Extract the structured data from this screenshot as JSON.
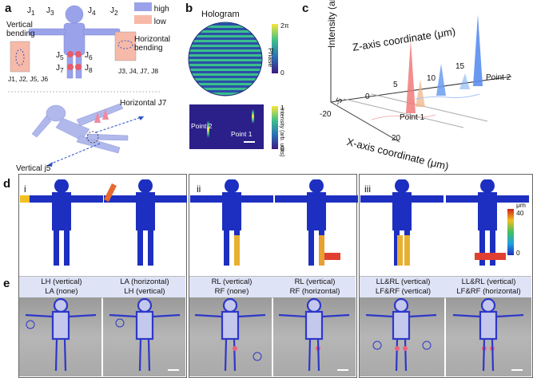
{
  "panel_labels": {
    "a": "a",
    "b": "b",
    "c": "c",
    "d": "d",
    "e": "e"
  },
  "panel_a": {
    "legend_high": "high",
    "legend_low": "low",
    "j1": "J",
    "j1s": "1",
    "j3": "J",
    "j3s": "3",
    "j4": "J",
    "j4s": "4",
    "j2": "J",
    "j2s": "2",
    "j5": "J",
    "j5s": "5",
    "j6": "J",
    "j6s": "6",
    "j7": "J",
    "j7s": "7",
    "j8": "J",
    "j8s": "8",
    "vertical_bending": "Vertical\nbending",
    "horizontal_bending": "Horizontal\nbending",
    "vgroup": "J1, J2, J5, J6",
    "hgroup": "J3, J4, J7, J8",
    "horizontal_j7": "Horizontal J7",
    "vertical_j5": "Vertical j5"
  },
  "panel_b": {
    "title": "Hologram",
    "phase_top": "2π",
    "phase_label": "Phase",
    "phase_bottom": "0",
    "int_top": "1",
    "int_label": "Intensity (arb. units)",
    "int_bottom": "0",
    "point2": "Point 2",
    "point1": "Point 1"
  },
  "panel_c": {
    "z_axis": "Z-axis coordinate (μm)",
    "y_axis": "Intensity (arb. units)",
    "x_axis": "X-axis coordinate (μm)",
    "point2": "Point 2",
    "point1": "Point 1",
    "z_ticks": [
      "0",
      "5",
      "10",
      "15"
    ],
    "x_ticks": [
      "-20",
      "-5",
      "20"
    ]
  },
  "panel_d": {
    "groups": [
      "i",
      "ii",
      "iii"
    ],
    "colorbar_unit": "μm",
    "colorbar_top": "40",
    "colorbar_bottom": "0"
  },
  "panel_e": {
    "captions": [
      "LH (vertical)\nLA (none)",
      "LA (horizontal)\nLH (vertical)",
      "RL (vertical)\nRF (none)",
      "RL (vertical)\nRF (horizontal)",
      "LL&RL (vertical)\nLF&RF (vertical)",
      "LL&RL (vertical)\nLF&RF (horizontal)"
    ]
  }
}
